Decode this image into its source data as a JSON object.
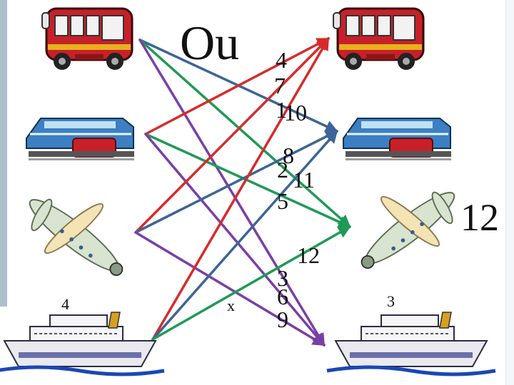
{
  "title": "Ou",
  "vehicles_left": [
    {
      "name": "bus",
      "icon": "bus-icon"
    },
    {
      "name": "train",
      "icon": "train-icon"
    },
    {
      "name": "airplane",
      "icon": "airplane-icon"
    },
    {
      "name": "ship",
      "icon": "ship-icon"
    }
  ],
  "vehicles_right": [
    {
      "name": "bus",
      "icon": "bus-icon"
    },
    {
      "name": "train",
      "icon": "train-icon"
    },
    {
      "name": "airplane",
      "icon": "airplane-icon"
    },
    {
      "name": "ship",
      "icon": "ship-icon"
    }
  ],
  "connections": [
    {
      "from": 0,
      "to": 1,
      "color": "#3d6496"
    },
    {
      "from": 0,
      "to": 2,
      "color": "#1f9a55"
    },
    {
      "from": 0,
      "to": 3,
      "color": "#7a3fa6"
    },
    {
      "from": 1,
      "to": 0,
      "color": "#d62b2b"
    },
    {
      "from": 1,
      "to": 2,
      "color": "#1f9a55"
    },
    {
      "from": 1,
      "to": 3,
      "color": "#7a3fa6"
    },
    {
      "from": 2,
      "to": 0,
      "color": "#d62b2b"
    },
    {
      "from": 2,
      "to": 1,
      "color": "#3d6496"
    },
    {
      "from": 2,
      "to": 3,
      "color": "#7a3fa6"
    },
    {
      "from": 3,
      "to": 0,
      "color": "#d62b2b"
    },
    {
      "from": 3,
      "to": 1,
      "color": "#3d6496"
    },
    {
      "from": 3,
      "to": 2,
      "color": "#1f9a55"
    }
  ],
  "numbers": {
    "n4_top": "4",
    "n7": "7",
    "n1": "1",
    "n10": "10",
    "n8": "8",
    "n2": "2",
    "n11": "11",
    "n5": "5",
    "n12_mid": "12",
    "n12_right": "12",
    "n3": "3",
    "n6": "6",
    "n9": "9",
    "n4_bottom": "4",
    "x_mark": "x",
    "n3_bottom": "3"
  }
}
